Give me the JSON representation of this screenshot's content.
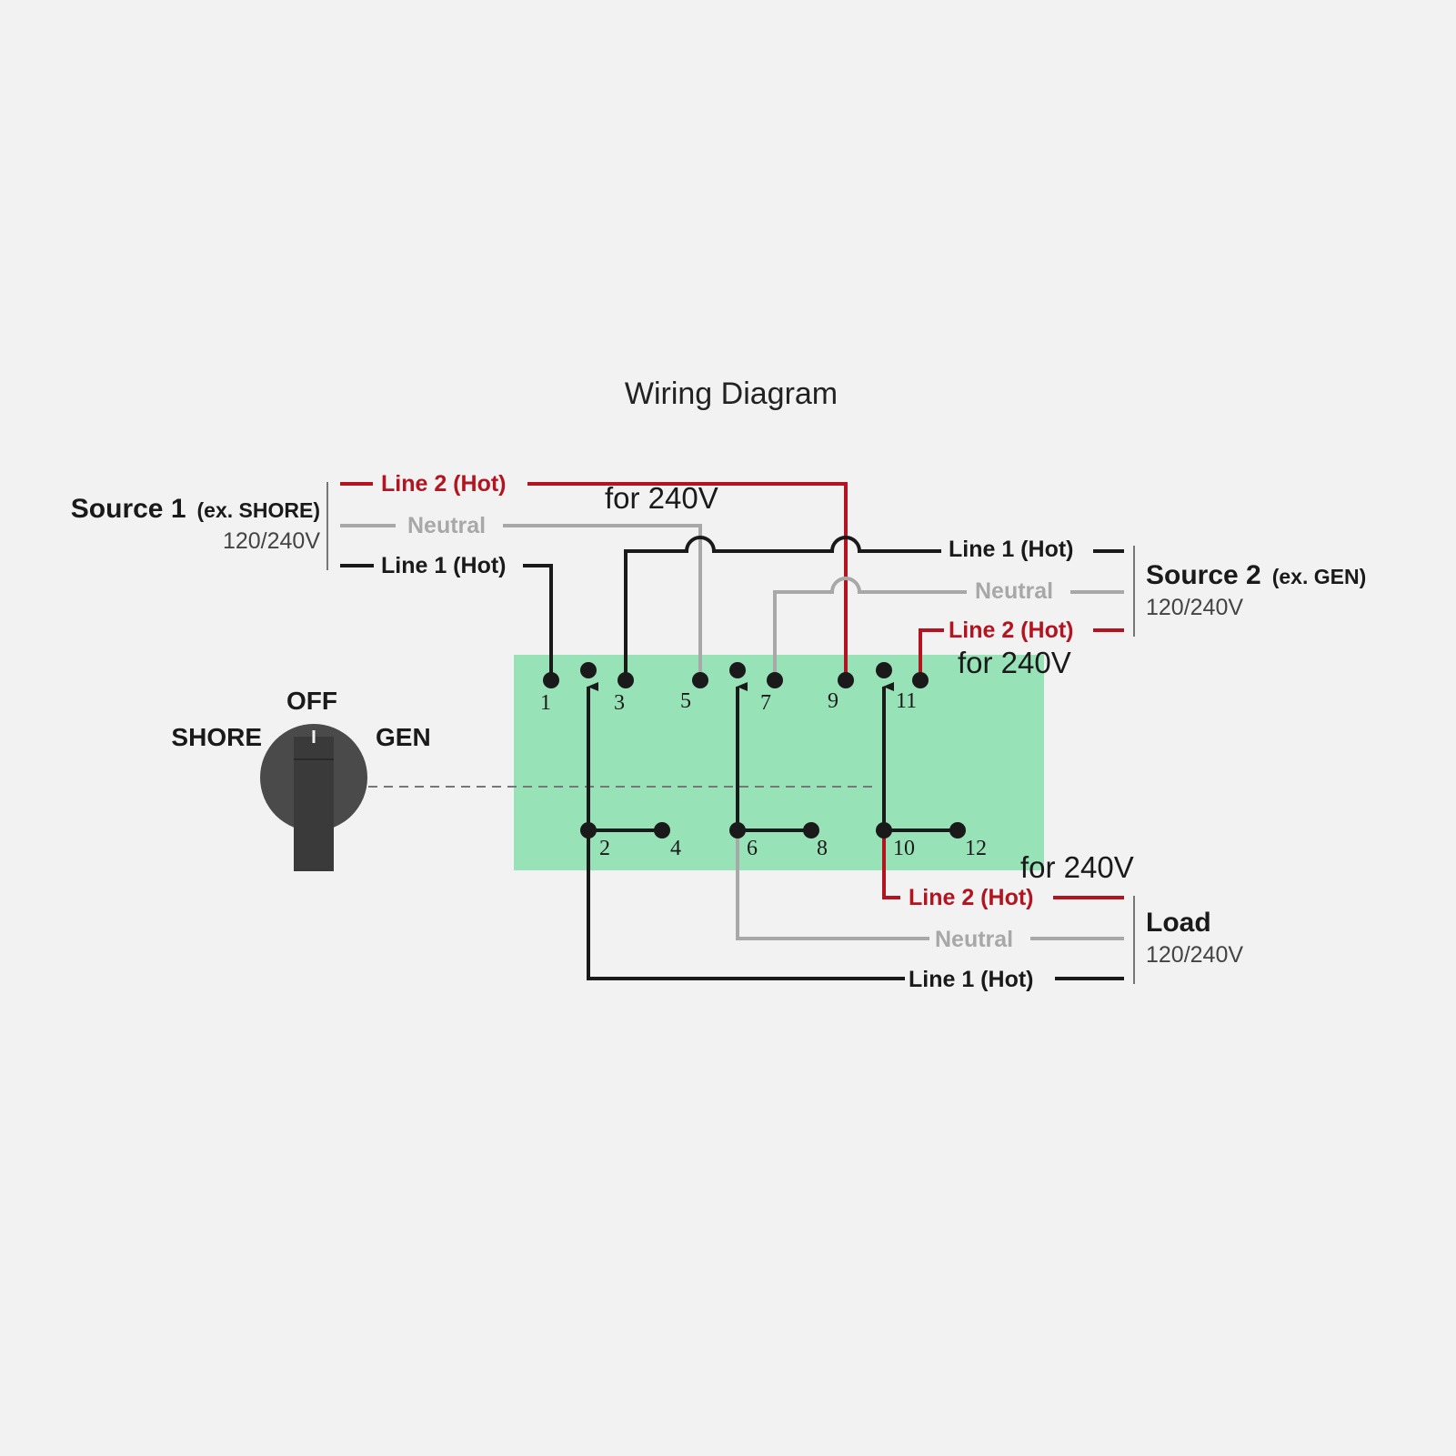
{
  "title": "Wiring Diagram",
  "colors": {
    "background": "#f2f2f2",
    "switch_body": "#98e2b8",
    "hot_line_2": "#b3141f",
    "hot_line_1": "#1a1a1a",
    "neutral": "#a8a8a8",
    "knob": "#4a4a4a"
  },
  "source1": {
    "name": "Source 1",
    "example": "(ex. SHORE)",
    "voltage": "120/240V",
    "line2": "Line 2 (Hot)",
    "neutral": "Neutral",
    "line1": "Line 1 (Hot)"
  },
  "source2": {
    "name": "Source 2",
    "example": "(ex. GEN)",
    "voltage": "120/240V",
    "line1": "Line 1 (Hot)",
    "neutral": "Neutral",
    "line2": "Line 2 (Hot)"
  },
  "load": {
    "name": "Load",
    "voltage": "120/240V",
    "line2": "Line 2 (Hot)",
    "neutral": "Neutral",
    "line1": "Line 1 (Hot)"
  },
  "notes": {
    "note1": "for 240V",
    "note2": "for 240V",
    "note3": "for 240V"
  },
  "switch_positions": {
    "left": "SHORE",
    "center": "OFF",
    "right": "GEN"
  },
  "terminals": {
    "t1": "1",
    "t2": "2",
    "t3": "3",
    "t4": "4",
    "t5": "5",
    "t6": "6",
    "t7": "7",
    "t8": "8",
    "t9": "9",
    "t10": "10",
    "t11": "11",
    "t12": "12"
  }
}
